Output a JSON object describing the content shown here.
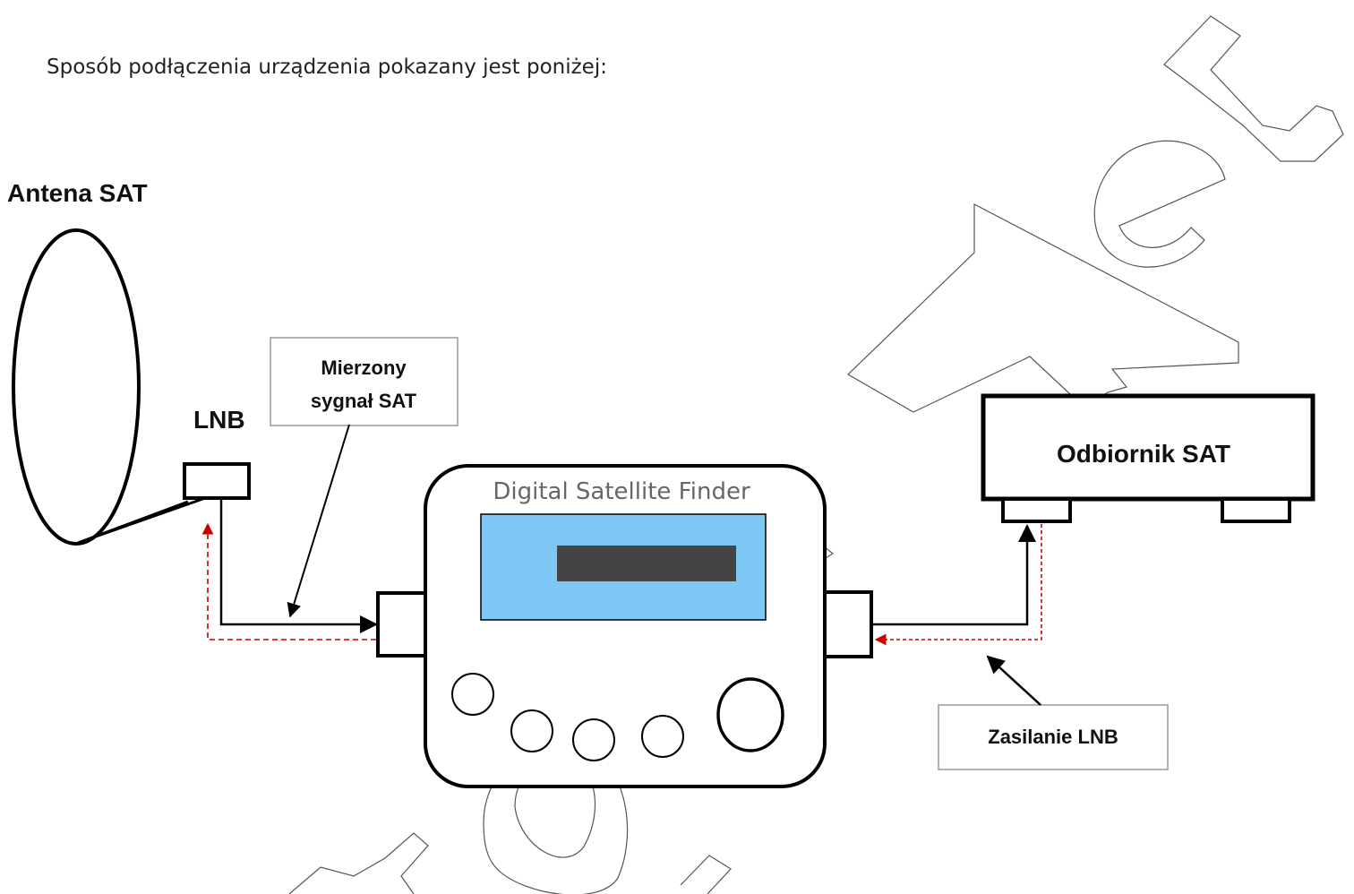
{
  "intro_text": "Sposób podłączenia urządzenia pokazany jest poniżej:",
  "antenna_label": "Antena SAT",
  "lnb_label": "LNB",
  "signal_label_line1": "Mierzony",
  "signal_label_line2": "sygnał SAT",
  "device_title": "Digital Satellite Finder",
  "receiver_label": "Odbiornik SAT",
  "power_label": "Zasilanie LNB",
  "watermark_text": "Net",
  "colors": {
    "line": "#000000",
    "power_path": "#cc0000",
    "screen": "#7ec8f5",
    "display": "#444444",
    "callout_border": "#999999",
    "watermark": "#555555"
  }
}
